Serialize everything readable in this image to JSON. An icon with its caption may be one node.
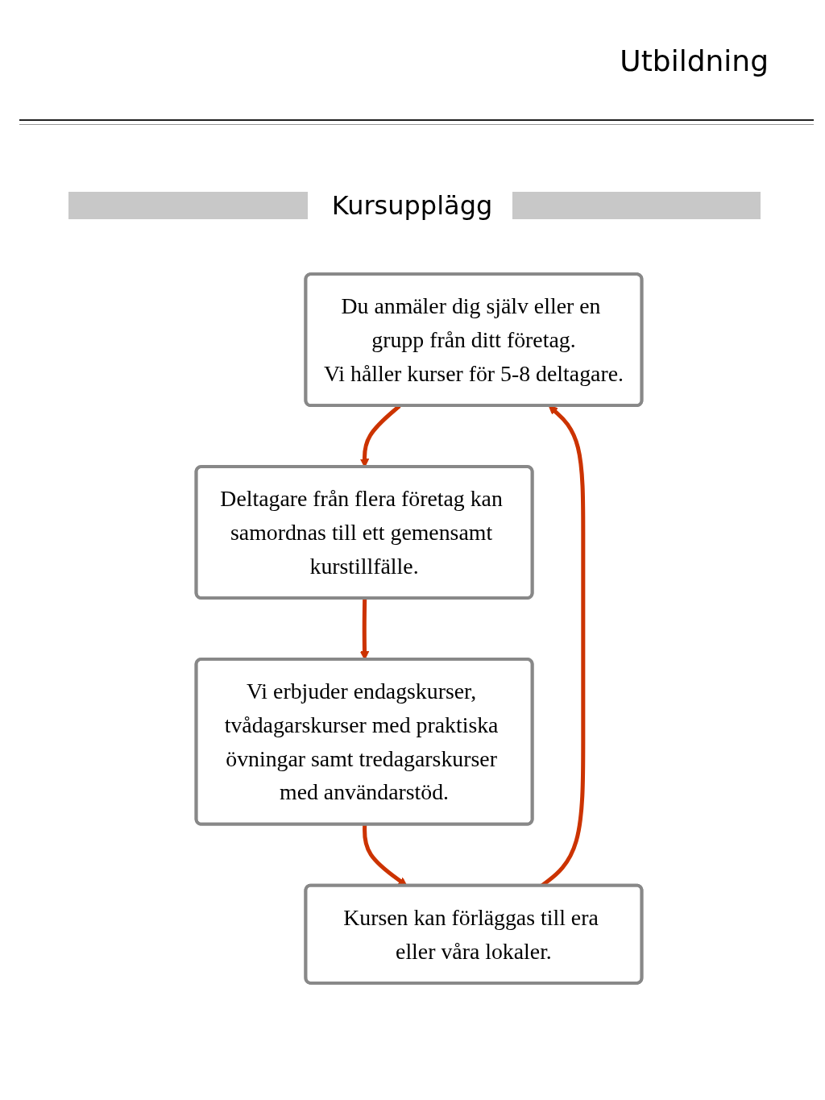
{
  "diagram": {
    "title": "Kursupplägg",
    "nodes": [
      {
        "text": [
          "Du anmäler dig själv eller en grupp från ditt företag.",
          "Vi håller kurser för 5-8 deltagare."
        ]
      },
      {
        "text": [
          "Deltagare från flera företag kan samordnas till ett gemensamt kurstillfälle."
        ]
      },
      {
        "text": [
          "Vi erbjuder endagskurser, tvådagarskurser med praktiska övningar samt tredagarskurser med användarstöd."
        ]
      },
      {
        "text": [
          "Kursen kan förläggas till era eller våra lokaler."
        ]
      }
    ],
    "edges": [
      {
        "from": 0,
        "to": 1,
        "arrow": "to"
      },
      {
        "from": 1,
        "to": 2,
        "arrow": "to"
      },
      {
        "from": 2,
        "to": 3,
        "arrow": "to"
      },
      {
        "from": 3,
        "to": 0,
        "arrow": "to"
      }
    ],
    "labels": [
      "Utbildning"
    ]
  }
}
